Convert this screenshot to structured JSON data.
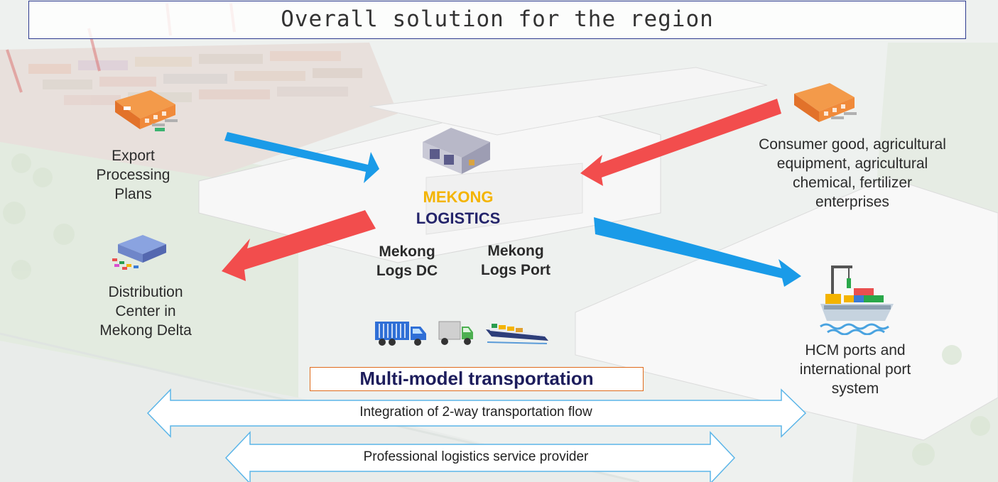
{
  "title": "Overall solution for the region",
  "nodes": {
    "export_processing": "Export\nProcessing\nPlans",
    "consumer_goods": "Consumer good, agricultural\nequipment, agricultural\nchemical, fertilizer\nenterprises",
    "distribution_center": "Distribution\nCenter in\nMekong Delta",
    "hcm_ports": "HCM ports and\ninternational port\nsystem",
    "hub_line1": "MEKONG",
    "hub_line2": "LOGISTICS",
    "logs_dc": "Mekong\nLogs DC",
    "logs_port": "Mekong\nLogs Port"
  },
  "multi_model": "Multi-model transportation",
  "flows": {
    "integration": "Integration of 2-way transportation flow",
    "professional": "Professional logistics service provider"
  },
  "icons": [
    "factory-icon",
    "warehouse-icon",
    "distribution-center-icon",
    "cargo-ship-icon",
    "truck-icon",
    "barge-icon"
  ],
  "colors": {
    "blue_arrow": "#1a9be8",
    "red_arrow": "#f24d4d",
    "mekong_yellow": "#f4b400",
    "logistics_navy": "#24246b",
    "box_border": "#e06b1c",
    "flow_outline": "#5bb5e8"
  }
}
